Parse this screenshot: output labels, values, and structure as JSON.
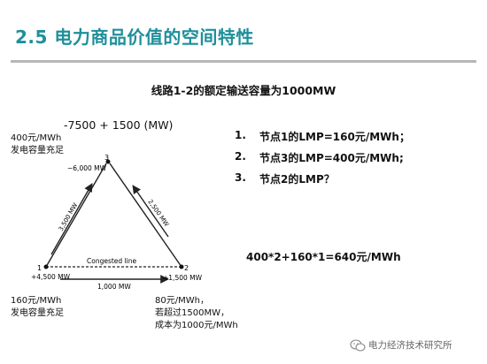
{
  "slide": {
    "title": "2.5 电力商品价值的空间特性",
    "subtitle": "线路1-2的额定输送容量为1000MW"
  },
  "diagram": {
    "flow_sum": "-7500 + 1500 (MW)",
    "nodes": {
      "n1": {
        "label": "1",
        "injection": "+4,500 MW"
      },
      "n2": {
        "label": "2",
        "injection": "+1,500 MW"
      },
      "n3": {
        "label": "3",
        "injection": "−6,000 MW"
      }
    },
    "lines": {
      "l13": "3,500 MW",
      "l23": "2,500 MW",
      "l12": "1,000 MW",
      "congested": "Congested line"
    },
    "notes": {
      "node3": [
        "400元/MWh",
        "发电容量充足"
      ],
      "node1": [
        "160元/MWh",
        "发电容量充足"
      ],
      "node2": [
        "80元/MWh，",
        "若超过1500MW，",
        "成本为1000元/MWh"
      ]
    }
  },
  "questions": [
    {
      "num": "1.",
      "text": "节点1的LMP=160元/MWh；"
    },
    {
      "num": "2.",
      "text": "节点3的LMP=400元/MWh;"
    },
    {
      "num": "3.",
      "text": "节点2的LMP？"
    }
  ],
  "answer": "400*2+160*1=640元/MWh",
  "watermark": {
    "text": "电力经济技术研究所",
    "icon": "wechat-icon"
  },
  "colors": {
    "title": "#1f8f9a",
    "rule": "#b7b7b7"
  }
}
